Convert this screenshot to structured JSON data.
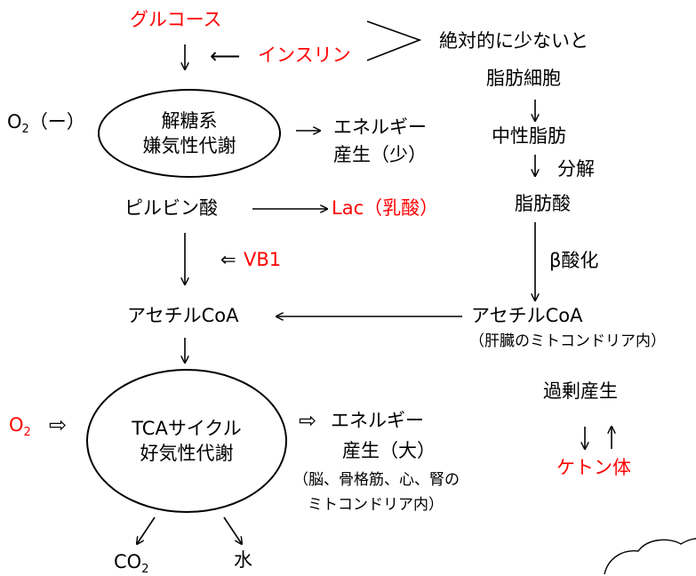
{
  "glucose": "グルコース",
  "insulin": "インスリン",
  "insulin_arrow": "⟵",
  "absolute_lack": "絶対的に少ないと",
  "adipocyte": "脂肪細胞",
  "neutral_fat": "中性脂肪",
  "breakdown": "分解",
  "fatty_acid": "脂肪酸",
  "beta_oxidation": "β酸化",
  "acetyl_coa_right": "アセチルCoA",
  "liver_mito": "（肝臓のミトコンドリア内）",
  "excess_production": "過剰産生",
  "ketone_body": "ケトン体",
  "o2_minus": {
    "o": "O",
    "sub": "2",
    "rest": "（ー）"
  },
  "glycolysis": {
    "line1": "解糖系",
    "line2": "嫌気性代謝"
  },
  "energy_small": {
    "line1": "エネルギー",
    "line2": "産生（少）"
  },
  "pyruvate": "ピルビン酸",
  "lactate": "Lac（乳酸）",
  "vb1": "VB1",
  "vb1_arrow": "⇐",
  "acetyl_coa_left": "アセチルCoA",
  "o2_red": {
    "o": "O",
    "sub": "2"
  },
  "hollow_arrow": "⇨",
  "tca": {
    "line1": "TCAサイクル",
    "line2": "好気性代謝"
  },
  "energy_large": {
    "line1": "エネルギー",
    "line2": "産生（大）"
  },
  "organs": {
    "line1": "（脳、骨格筋、心、腎の",
    "line2": "ミトコンドリア内）"
  },
  "co2": {
    "co": "CO",
    "sub": "2"
  },
  "water": "水",
  "colors": {
    "highlight": "#ff0000",
    "line": "#000000"
  }
}
